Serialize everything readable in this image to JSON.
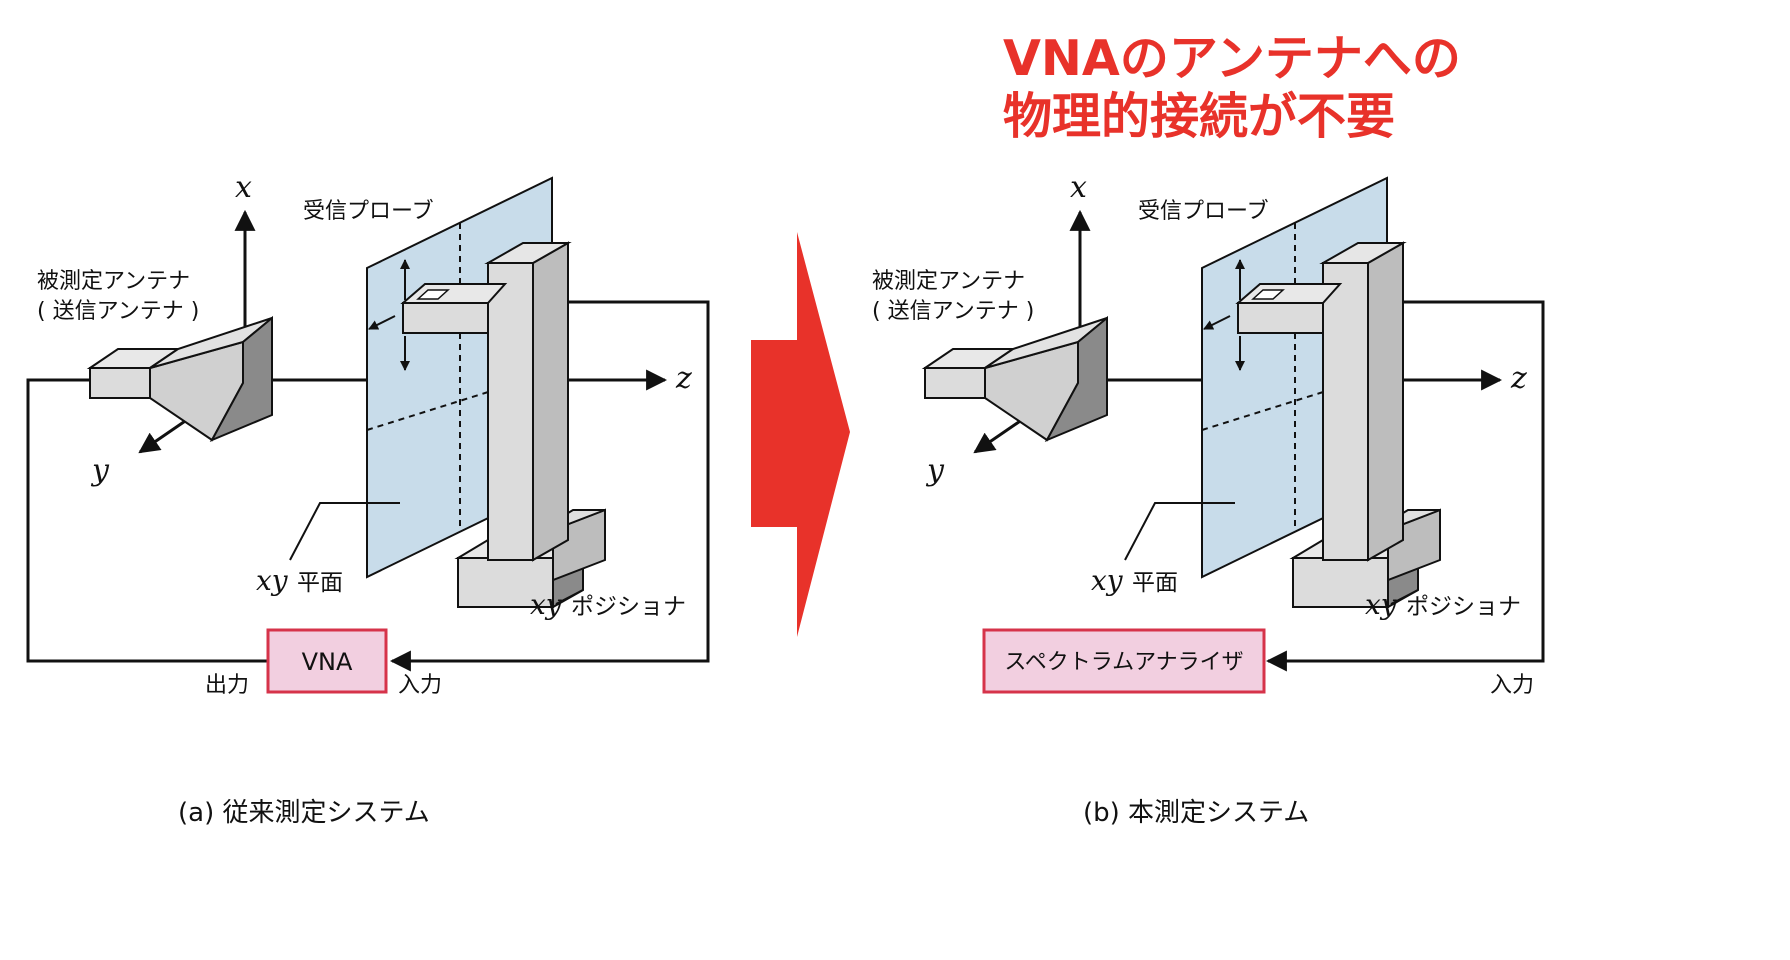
{
  "colors": {
    "accent_red": "#e8322a",
    "plane_fill": "#c8dcea",
    "box_fill": "#f2cfe0",
    "box_stroke": "#d6334a",
    "light_gray": "#dcdcdc",
    "mid_gray": "#bdbdbd",
    "dark_gray": "#8a8a8a"
  },
  "headline": {
    "line1": "VNAのアンテナへの",
    "line2": "物理的接続が不要"
  },
  "left": {
    "axis_x": "x",
    "axis_y": "y",
    "axis_z": "z",
    "probe_label": "受信プローブ",
    "antenna_label_line1": "被測定アンテナ",
    "antenna_label_line2": "( 送信アンテナ )",
    "plane_label_var": "xy",
    "plane_label_text": "平面",
    "positioner_label_var": "xy",
    "positioner_label_text": "ポジショナ",
    "instrument_label": "VNA",
    "output_label": "出力",
    "input_label": "入力",
    "caption": "(a) 従来測定システム"
  },
  "right": {
    "axis_x": "x",
    "axis_y": "y",
    "axis_z": "z",
    "probe_label": "受信プローブ",
    "antenna_label_line1": "被測定アンテナ",
    "antenna_label_line2": "( 送信アンテナ )",
    "plane_label_var": "xy",
    "plane_label_text": "平面",
    "positioner_label_var": "xy",
    "positioner_label_text": "ポジショナ",
    "instrument_label": "スペクトラムアナライザ",
    "input_label": "入力",
    "caption": "(b) 本測定システム"
  }
}
